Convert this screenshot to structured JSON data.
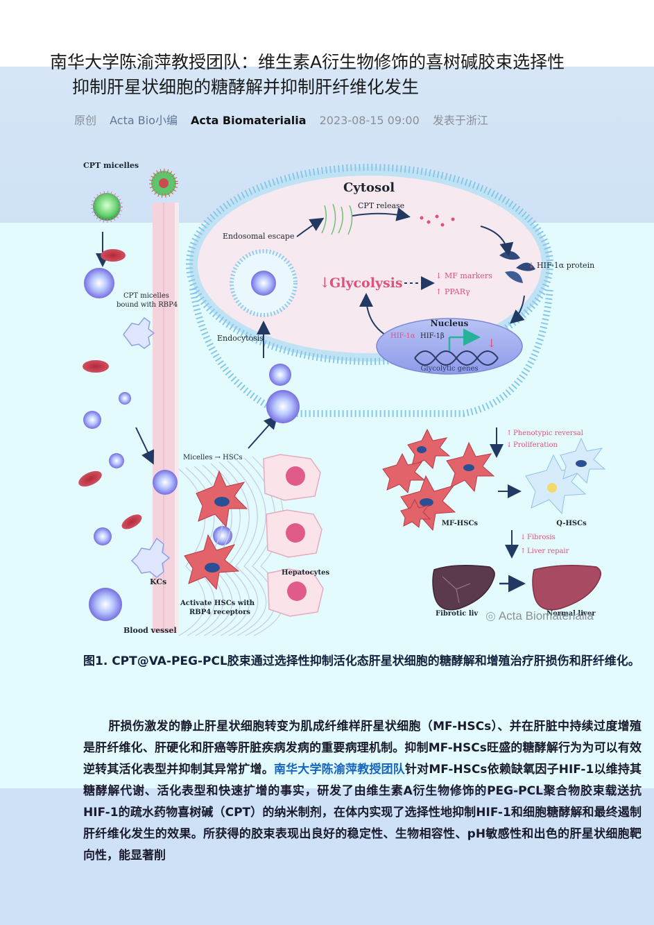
{
  "article": {
    "title_line1": "南华大学陈渝萍教授团队：维生素A衍生物修饰的喜树碱胶束选择性",
    "title_line2": "抑制肝星状细胞的糖酵解并抑制肝纤维化发生"
  },
  "meta": {
    "original_tag": "原创",
    "author": "Acta Bio小编",
    "account": "Acta Biomaterialia",
    "datetime": "2023-08-15 09:00",
    "location": "发表于浙江"
  },
  "figure": {
    "labels": {
      "cpt_micelles": "CPT micelles",
      "cytosol": "Cytosol",
      "cpt_release": "CPT release",
      "endosomal_escape": "Endosomal escape",
      "hif_protein": "HIF-1α protein",
      "glycolysis": "Glycolysis",
      "mf_markers": "MF markers",
      "ppar": "PPARγ",
      "nucleus": "Nucleus",
      "hif1a": "HIF-1α",
      "hif1b": "HIF-1β",
      "glycolytic_genes": "Glycolytic genes",
      "bound_rbp4_line1": "CPT micelles",
      "bound_rbp4_line2": "bound with RBP4",
      "endocytosis": "Endocytosis",
      "micelles_hscs": "Micelles → HSCs",
      "phenotypic_reversal": "Phenotypic reversal",
      "proliferation": "Proliferation",
      "mf_hscs": "MF-HSCs",
      "q_hscs": "Q-HSCs",
      "fibrosis": "Fibrosis",
      "liver_repair": "Liver repair",
      "hepatocytes": "Hepatocytes",
      "kcs": "KCs",
      "activate_line1": "Activate HSCs with",
      "activate_line2": "RBP4 receptors",
      "blood_vessel": "Blood vessel",
      "fibrotic_liver": "Fibrotic liv",
      "normal_liver": "Normal liver"
    },
    "watermark": "Acta Biomaterialia"
  },
  "caption": "图1. CPT@VA-PEG-PCL胶束通过选择性抑制活化态肝星状细胞的糖酵解和增殖治疗肝损伤和肝纤维化。",
  "body": {
    "part1": "肝损伤激发的静止肝星状细胞转变为肌成纤维样肝星状细胞（MF-HSCs）、并在肝脏中持续过度增殖是肝纤维化、肝硬化和肝癌等肝脏疾病发病的重要病理机制。抑制MF-HSCs旺盛的糖酵解行为为可以有效逆转其活化表型并抑制其异常扩增。",
    "highlight": "南华大学陈渝萍教授团队",
    "part2": "针对MF-HSCs依赖缺氧因子HIF-1以维持其糖酵解代谢、活化表型和快速扩增的事实，研发了由维生素A衍生物修饰的PEG-PCL聚合物胶束载送抗HIF-1的疏水药物喜树碱（CPT）的纳米制剂，在体内实现了选择性地抑制HIF-1和细胞糖酵解和最终遏制肝纤维化发生的效果。所获得的胶束表现出良好的稳定性、生物相容性、pH敏感性和出色的肝星状细胞靶向性，能显著削"
  },
  "colors": {
    "band_blue": "#d6e6f7",
    "band_cyan": "#e3fbfc",
    "highlight_blue": "#1565c0",
    "cytosol_fill": "#f6e6ee",
    "membrane_blue": "#9ad3ef",
    "arrow_red": "#e0507a",
    "navy_arrow": "#223a63"
  }
}
